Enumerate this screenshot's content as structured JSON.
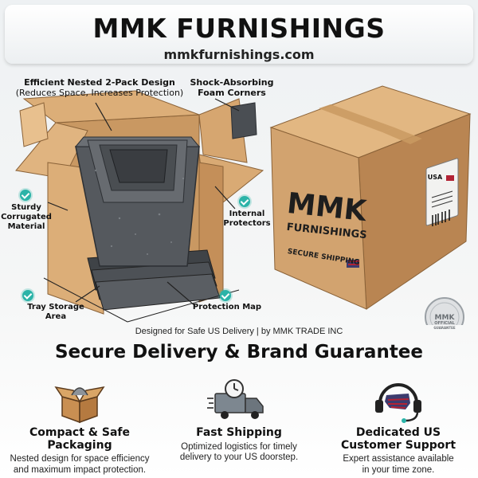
{
  "banner": {
    "brand": "MMK FURNISHINGS",
    "website": "mmkfurnishings.com"
  },
  "diagram": {
    "labels": {
      "nested_title": "Efficient Nested 2-Pack Design",
      "nested_sub": "(Reduces Space, Increases Protection)",
      "foam_line1": "Shock-Absorbing",
      "foam_line2": "Foam Corners",
      "sturdy_line1": "Sturdy",
      "sturdy_line2": "Corrugated",
      "sturdy_line3": "Material",
      "internal_line1": "Internal",
      "internal_line2": "Protectors",
      "tray_line1": "Tray Storage",
      "tray_line2": "Area",
      "protection_map": "Protection Map"
    }
  },
  "box": {
    "brand_main": "MMK",
    "brand_sub": "FURNISHINGS",
    "tape_text": "SECURE SHIPPING",
    "label_country": "USA",
    "seal_top": "MMK",
    "seal_mid": "OFFICIAL",
    "seal_bottom": "GUARANTEE"
  },
  "caption": "Designed for Safe US Delivery | by MMK TRADE INC",
  "headline": "Secure Delivery & Brand Guarantee",
  "features": [
    {
      "icon": "open-box-icon",
      "title_line1": "Compact & Safe",
      "title_line2": "Packaging",
      "desc_line1": "Nested design for space efficiency",
      "desc_line2": "and maximum impact protection."
    },
    {
      "icon": "delivery-truck-icon",
      "title_line1": "Fast Shipping",
      "title_line2": "",
      "desc_line1": "Optimized logistics for timely",
      "desc_line2": "delivery to your US doorstep."
    },
    {
      "icon": "headset-icon",
      "title_line1": "Dedicated US",
      "title_line2": "Customer Support",
      "desc_line1": "Expert assistance available",
      "desc_line2": "in your time zone."
    }
  ],
  "colors": {
    "accent_teal": "#2bb3a8",
    "cardboard": "#d2a36f",
    "cardboard_dark": "#b98552",
    "planter_gray": "#55595e"
  }
}
